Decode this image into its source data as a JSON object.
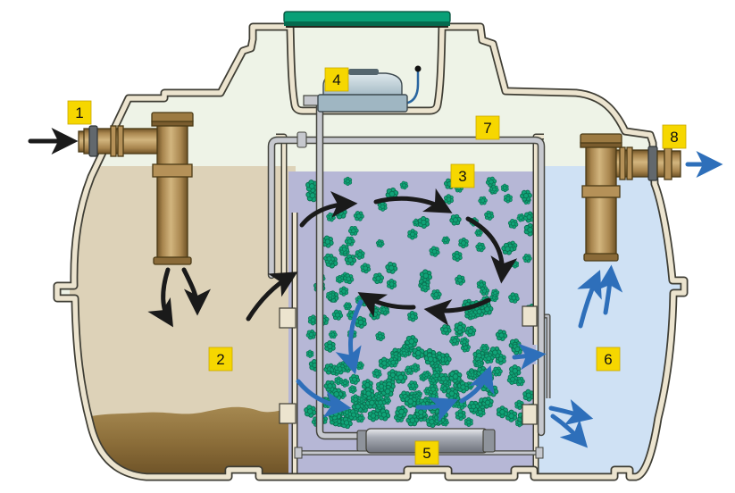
{
  "diagram": {
    "labels": [
      "1",
      "2",
      "3",
      "4",
      "5",
      "6",
      "7",
      "8"
    ]
  },
  "media": {
    "count": 270
  },
  "colors": {
    "shell": "#ece4cf",
    "interior": "#eef3e7",
    "chamber2": "#ddd2b8",
    "chamber3": "#b6b7d6",
    "chamber6": "#cfe1f4",
    "sludge_top": "#a58850",
    "sludge_bottom": "#6e5328",
    "media": "#10a377",
    "lid": "#0aa077",
    "label_bg": "#f6d700",
    "arrow_black": "#1a1a1a",
    "arrow_blue": "#2e6fba",
    "pipe_brown": "#a8854e",
    "pipe_gray": "#c6c8ce"
  }
}
